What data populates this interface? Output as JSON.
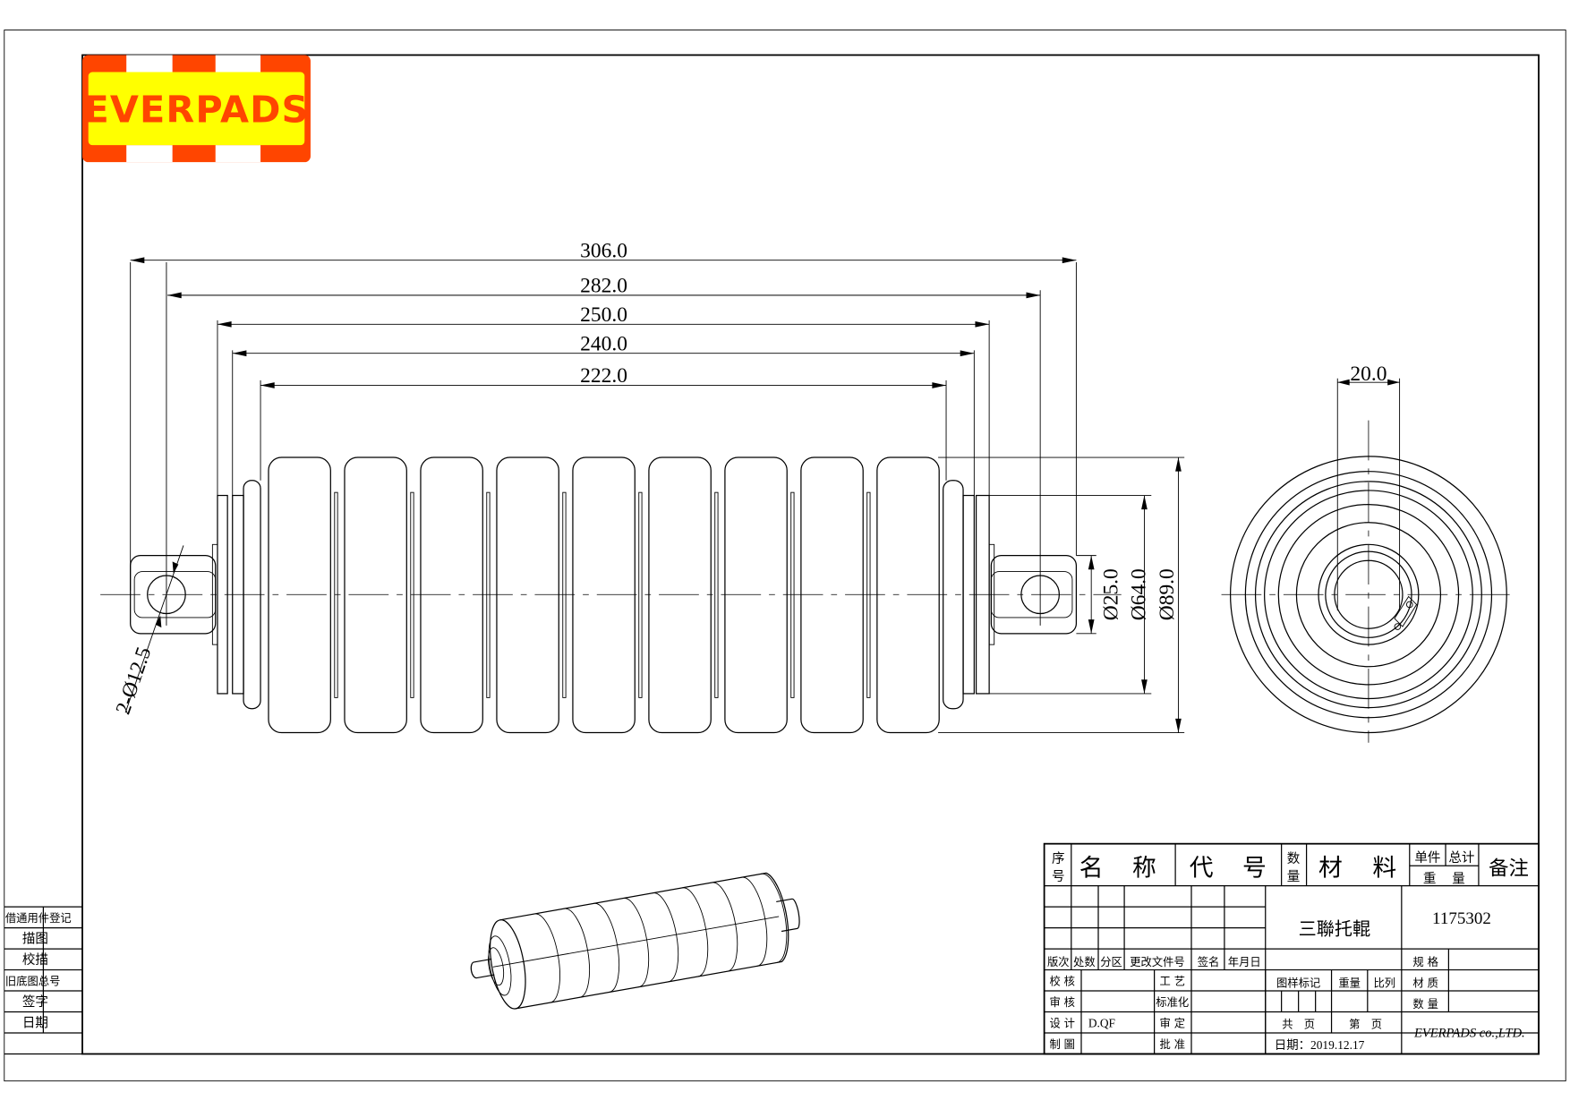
{
  "logo": {
    "text": "EVERPADS",
    "orange": "#FF4500",
    "yellow": "#FFFF00"
  },
  "dimensions": {
    "lengths": [
      "306.0",
      "282.0",
      "250.0",
      "240.0",
      "222.0"
    ],
    "shaft_diameter": "Ø25.0",
    "body_diameter": "Ø64.0",
    "outer_diameter": "Ø89.0",
    "hole": "2-Ø12.5",
    "flat_width": "20.0"
  },
  "left_column": {
    "labels": [
      "借通用件登记",
      "描图",
      "校描",
      "旧底图总号",
      "签字",
      "日期"
    ]
  },
  "title_block": {
    "headers": {
      "seq": [
        "序",
        "号"
      ],
      "name": [
        "名",
        "称"
      ],
      "code": [
        "代",
        "号"
      ],
      "qty": [
        "数",
        "量"
      ],
      "material": [
        "材",
        "料"
      ],
      "unit": "单件",
      "total": "总计",
      "weight": [
        "重",
        "量"
      ],
      "remark": "备注"
    },
    "part_name": "三聯托輥",
    "drawing_number": "1175302",
    "revision_headers": [
      "版次",
      "处数",
      "分区",
      "更改文件号",
      "签名",
      "年月日"
    ],
    "spec_label": "规 格",
    "material_label": "材 质",
    "quantity_label": "数 量",
    "rows": [
      {
        "label": "校 核",
        "value": "",
        "label2": "工 艺",
        "value2": ""
      },
      {
        "label": "审 核",
        "value": "",
        "label2": "标准化",
        "value2": ""
      },
      {
        "label": "设 计",
        "value": "D.QF",
        "label2": "审 定",
        "value2": ""
      },
      {
        "label": "制 圖",
        "value": "",
        "label2": "批 准",
        "value2": ""
      }
    ],
    "pattern_mark": "图样标记",
    "weight_label": "重量",
    "scale_label": "比列",
    "total_pages": "共　页",
    "page_no": "第　页",
    "date": "日期：2019.12.17",
    "company": "EVERPADS co.,LTD."
  }
}
